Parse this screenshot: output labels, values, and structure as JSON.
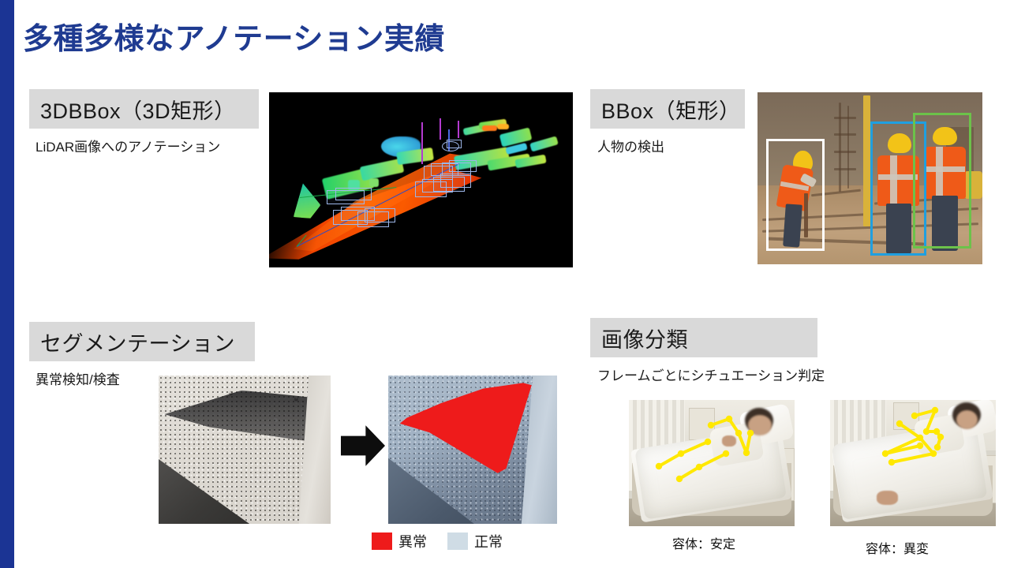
{
  "slide": {
    "title": "多種多様なアノテーション実績",
    "accent_color": "#1b3494",
    "title_color": "#1f3b91",
    "header_bg": "#d9d9d9"
  },
  "sections": [
    {
      "id": "3dbbox",
      "heading": "3DBBox（3D矩形）",
      "subtitle": "LiDAR画像へのアノテーション",
      "image_alt": "lidar-point-cloud-with-3d-boxes"
    },
    {
      "id": "bbox",
      "heading": "BBox（矩形）",
      "subtitle": "人物の検出",
      "image_alt": "construction-workers-with-bounding-boxes",
      "box_colors": [
        "#ffffff",
        "#1f9fe0",
        "#6cc24a"
      ]
    },
    {
      "id": "segmentation",
      "heading": "セグメンテーション",
      "subtitle": "異常検知/検査",
      "image_before_alt": "concrete-surface-defect-photo",
      "image_after_alt": "concrete-surface-segmentation-mask",
      "arrow": "right-arrow",
      "legend": [
        {
          "label": "異常",
          "color": "#ee1b1b"
        },
        {
          "label": "正常",
          "color": "#cfdce5"
        }
      ]
    },
    {
      "id": "classification",
      "heading": "画像分類",
      "subtitle": "フレームごとにシチュエーション判定",
      "items": [
        {
          "caption": "容体：安定",
          "image_alt": "patient-in-bed-pose-stable"
        },
        {
          "caption": "容体：異変",
          "image_alt": "patient-in-bed-pose-abnormal"
        }
      ],
      "pose_color": "#ffe800"
    }
  ]
}
